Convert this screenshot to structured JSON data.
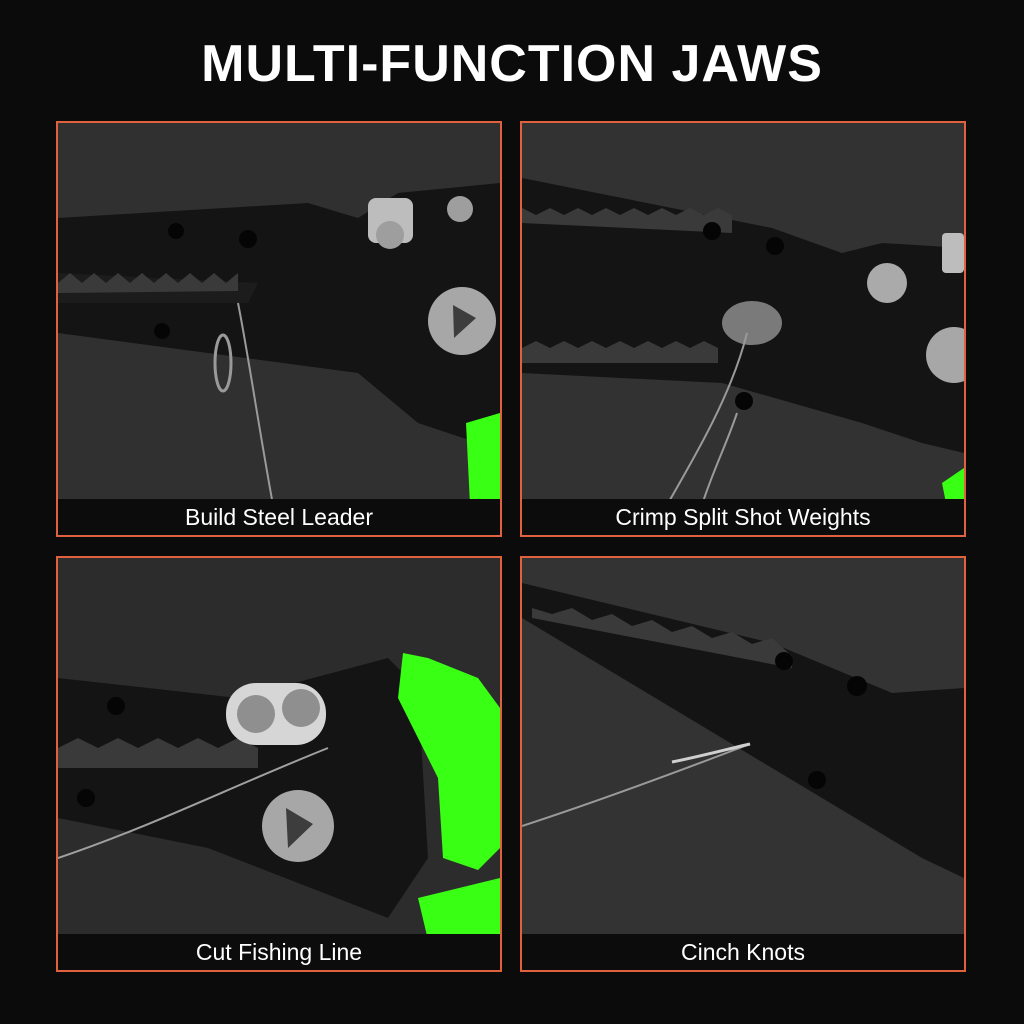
{
  "title": "MULTI-FUNCTION JAWS",
  "panels": [
    {
      "caption": "Build Steel Leader"
    },
    {
      "caption": "Crimp Split Shot Weights"
    },
    {
      "caption": "Cut Fishing Line"
    },
    {
      "caption": "Cinch Knots"
    }
  ],
  "colors": {
    "background": "#0b0b0b",
    "panel_border": "#e0613d",
    "handle_green": "#39ff14",
    "caption_bar": "#0c0c0c"
  }
}
